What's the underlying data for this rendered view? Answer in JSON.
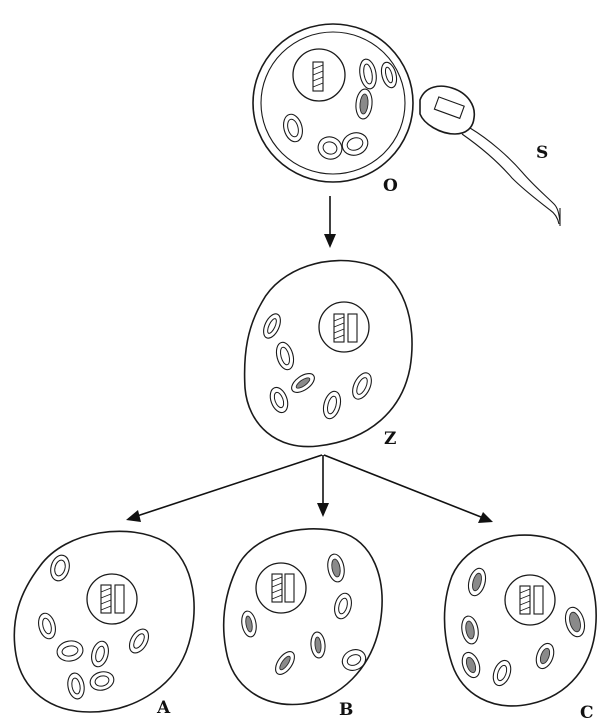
{
  "labels": {
    "oocyte": "O",
    "sperm": "S",
    "zygote": "Z",
    "cell_a": "A",
    "cell_b": "B",
    "cell_c": "C"
  },
  "colors": {
    "ink": "#1a1a1a",
    "dark_mitochondria": "#8a8a8a",
    "background": "#ffffff"
  }
}
